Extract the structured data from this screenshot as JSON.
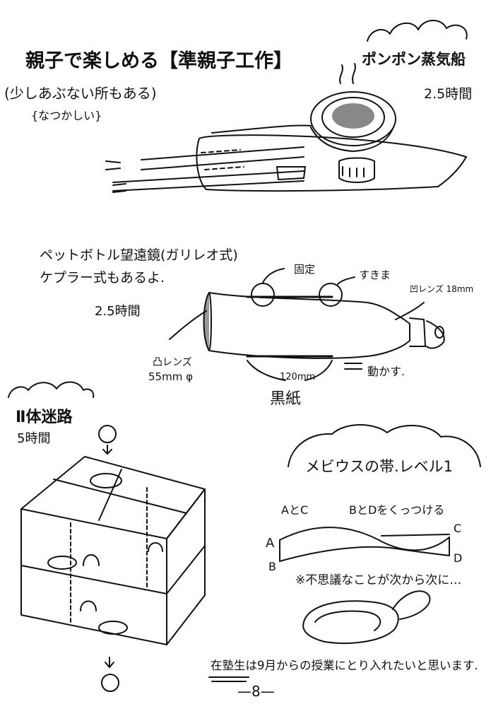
{
  "header": {
    "title": "親子で楽しめる【準親子工作】",
    "note_line1": "(少しあぶない所もある)",
    "note_line2": "{なつかしい}"
  },
  "boat": {
    "title": "ポンポン蒸気船",
    "time": "2.5時間"
  },
  "telescope": {
    "bullet1": "ペットボトル望遠鏡(ガリレオ式)",
    "bullet2": "ケプラー式もあるよ.",
    "time": "2.5時間",
    "label_fixed": "固定",
    "label_gap": "すきま",
    "lens_small": "凹レンズ 18mm",
    "lens_big_name": "凸レンズ",
    "lens_big_size": "55mm φ",
    "length": "120mm",
    "black_paper": "黒紙",
    "move": "動かす."
  },
  "maze": {
    "title": "Ⅱ体迷路",
    "time": "5時間"
  },
  "mobius": {
    "title": "メビウスの帯.レベル1",
    "instruction_ac": "AとC",
    "instruction_bd": "BとDをくっつける",
    "label_a": "A",
    "label_b": "B",
    "label_c": "C",
    "label_d": "D",
    "wonder": "※不思議なことが次から次に…"
  },
  "footer": {
    "note": "在塾生は9月からの授業にとり入れたいと思います.",
    "page_number": "—8—"
  }
}
